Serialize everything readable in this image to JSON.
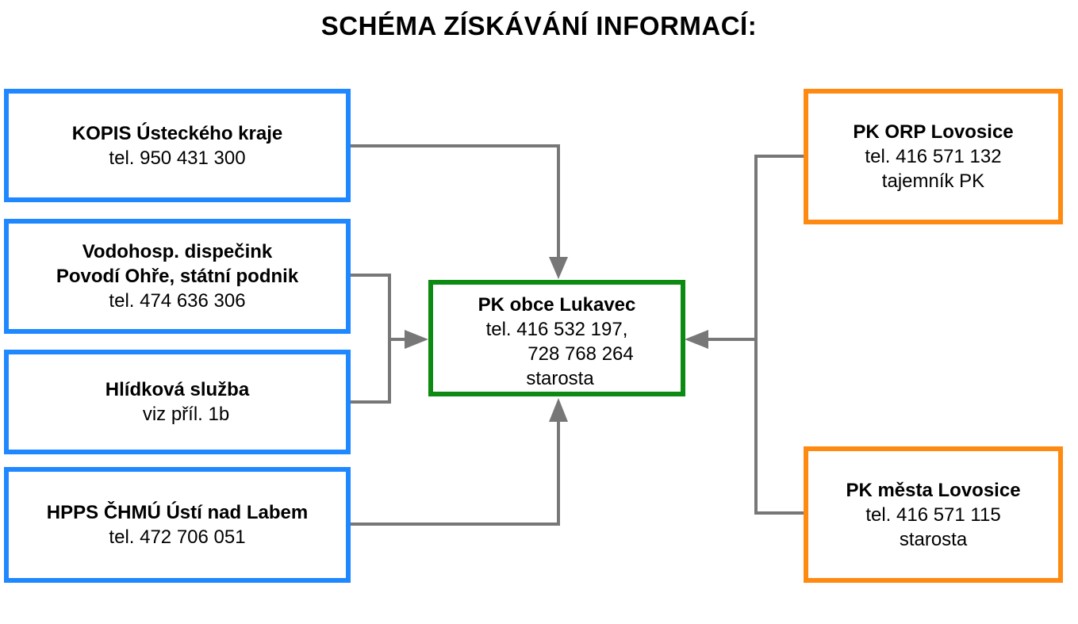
{
  "title": "SCHÉMA ZÍSKÁVÁNÍ INFORMACÍ:",
  "colors": {
    "source_border": "#1f87ff",
    "upper_border": "#ff8a12",
    "center_border": "#0c8a12",
    "connector": "#777777"
  },
  "nodes": {
    "kopis": {
      "name": "KOPIS Ústeckého kraje",
      "lines": [
        "tel. 950 431 300"
      ]
    },
    "vodohosp": {
      "name_lines": [
        "Vodohosp. dispečink",
        "Povodí Ohře, státní podnik"
      ],
      "lines": [
        "tel. 474 636 306"
      ]
    },
    "hlidkova": {
      "name": "Hlídková služba",
      "lines": [
        "viz příl. 1b"
      ]
    },
    "hpps": {
      "name": "HPPS ČHMÚ Ústí nad Labem",
      "lines": [
        "tel. 472 706 051"
      ]
    },
    "center": {
      "name": "PK obce Lukavec",
      "lines": [
        "tel. 416 532 197,",
        "728 768 264",
        "starosta"
      ]
    },
    "orp": {
      "name": "PK ORP Lovosice",
      "lines": [
        "tel. 416 571 132",
        "tajemník PK"
      ]
    },
    "mesto": {
      "name": "PK města Lovosice",
      "lines": [
        "tel. 416 571 115",
        "starosta"
      ]
    }
  }
}
